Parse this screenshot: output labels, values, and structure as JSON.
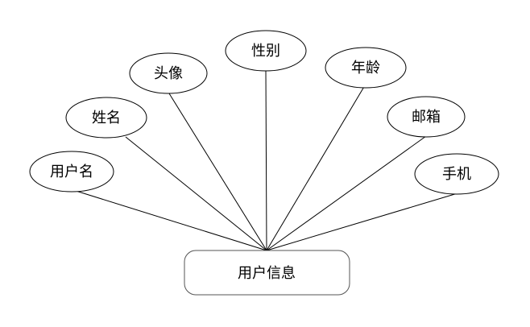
{
  "entity": {
    "label": "用户信息"
  },
  "attributes": [
    {
      "id": "username",
      "label": "用户名"
    },
    {
      "id": "name",
      "label": "姓名"
    },
    {
      "id": "avatar",
      "label": "头像"
    },
    {
      "id": "gender",
      "label": "性别"
    },
    {
      "id": "age",
      "label": "年龄"
    },
    {
      "id": "email",
      "label": "邮箱"
    },
    {
      "id": "phone",
      "label": "手机"
    }
  ],
  "colors": {
    "stroke": "#000000",
    "entity_stroke": "#555555",
    "background": "#ffffff"
  }
}
